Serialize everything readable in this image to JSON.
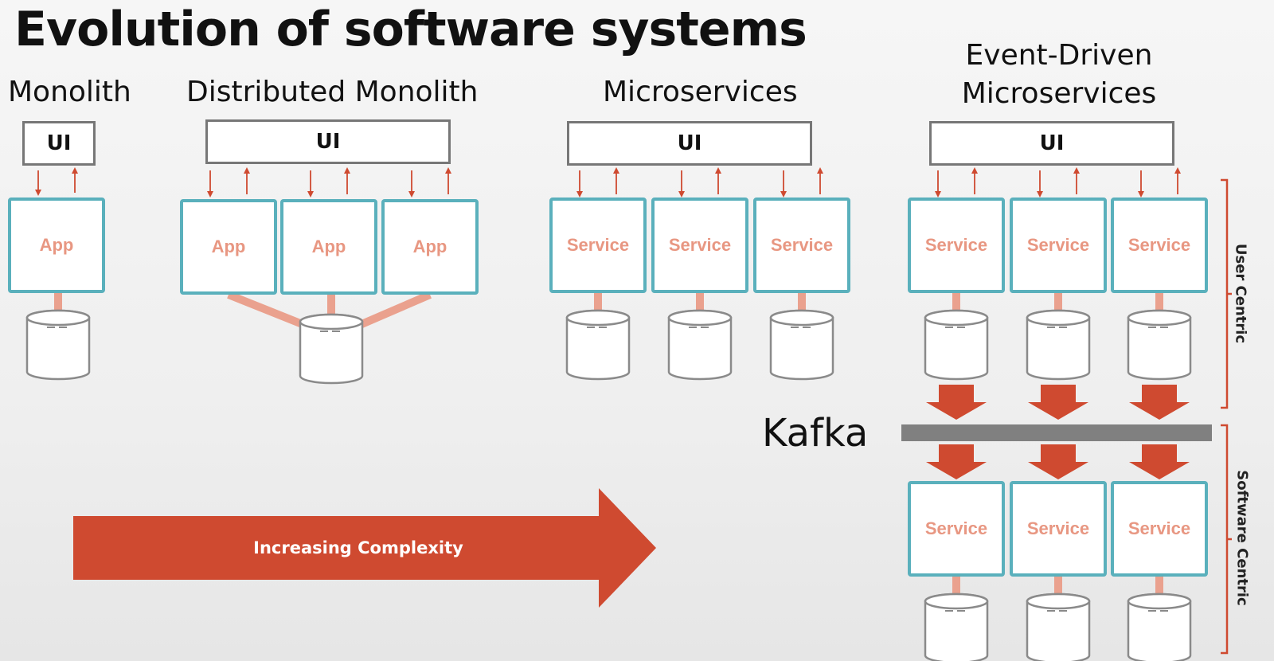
{
  "title": "Evolution of software systems",
  "columns": {
    "monolith": {
      "label": "Monolith",
      "ui": "UI",
      "boxes": [
        "App"
      ]
    },
    "distributed": {
      "label": "Distributed Monolith",
      "ui": "UI",
      "boxes": [
        "App",
        "App",
        "App"
      ]
    },
    "microservices": {
      "label": "Microservices",
      "ui": "UI",
      "boxes": [
        "Service",
        "Service",
        "Service"
      ]
    },
    "event_driven": {
      "label_line1": "Event-Driven",
      "label_line2": "Microservices",
      "ui": "UI",
      "boxes_top": [
        "Service",
        "Service",
        "Service"
      ],
      "boxes_bottom": [
        "Service",
        "Service",
        "Service"
      ]
    }
  },
  "kafka": "Kafka",
  "complexity_arrow": "Increasing Complexity",
  "side_labels": {
    "top": "User Centric",
    "bottom": "Software Centric"
  },
  "colors": {
    "accent_red": "#cf4a30",
    "box_teal": "#5ab0bc",
    "box_text": "#e89782",
    "connector": "#eaa18e",
    "kafka_bar": "#808080"
  }
}
